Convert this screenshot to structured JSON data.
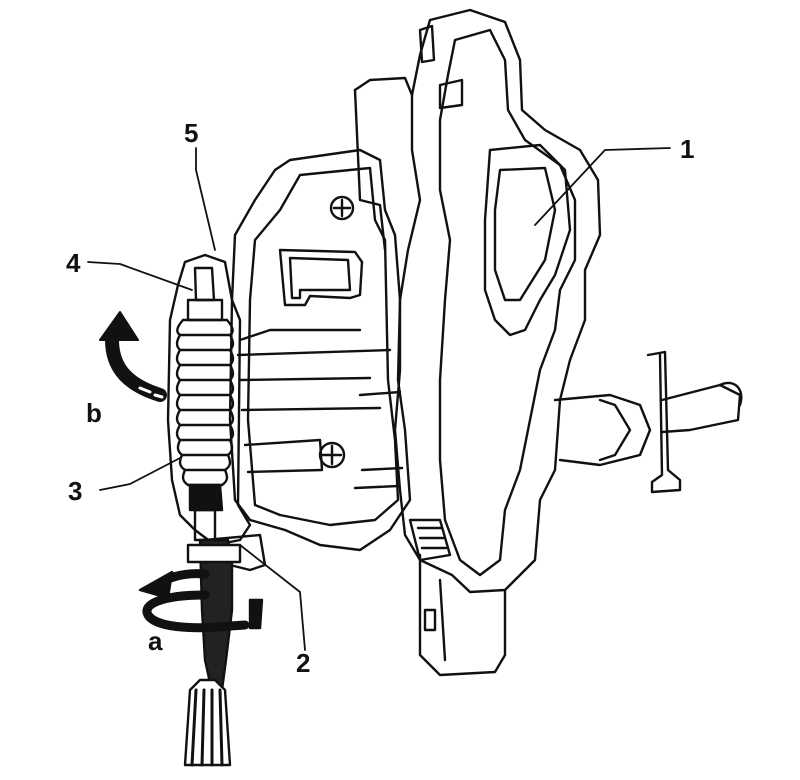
{
  "callouts": {
    "c1": "1",
    "c2": "2",
    "c3": "3",
    "c4": "4",
    "c5": "5",
    "ca": "a",
    "cb": "b"
  },
  "colors": {
    "ink": "#111111",
    "paper": "#ffffff"
  },
  "icons": {
    "rotate_a": "rotation-arrow-icon",
    "rotate_b": "curved-arrow-icon"
  }
}
